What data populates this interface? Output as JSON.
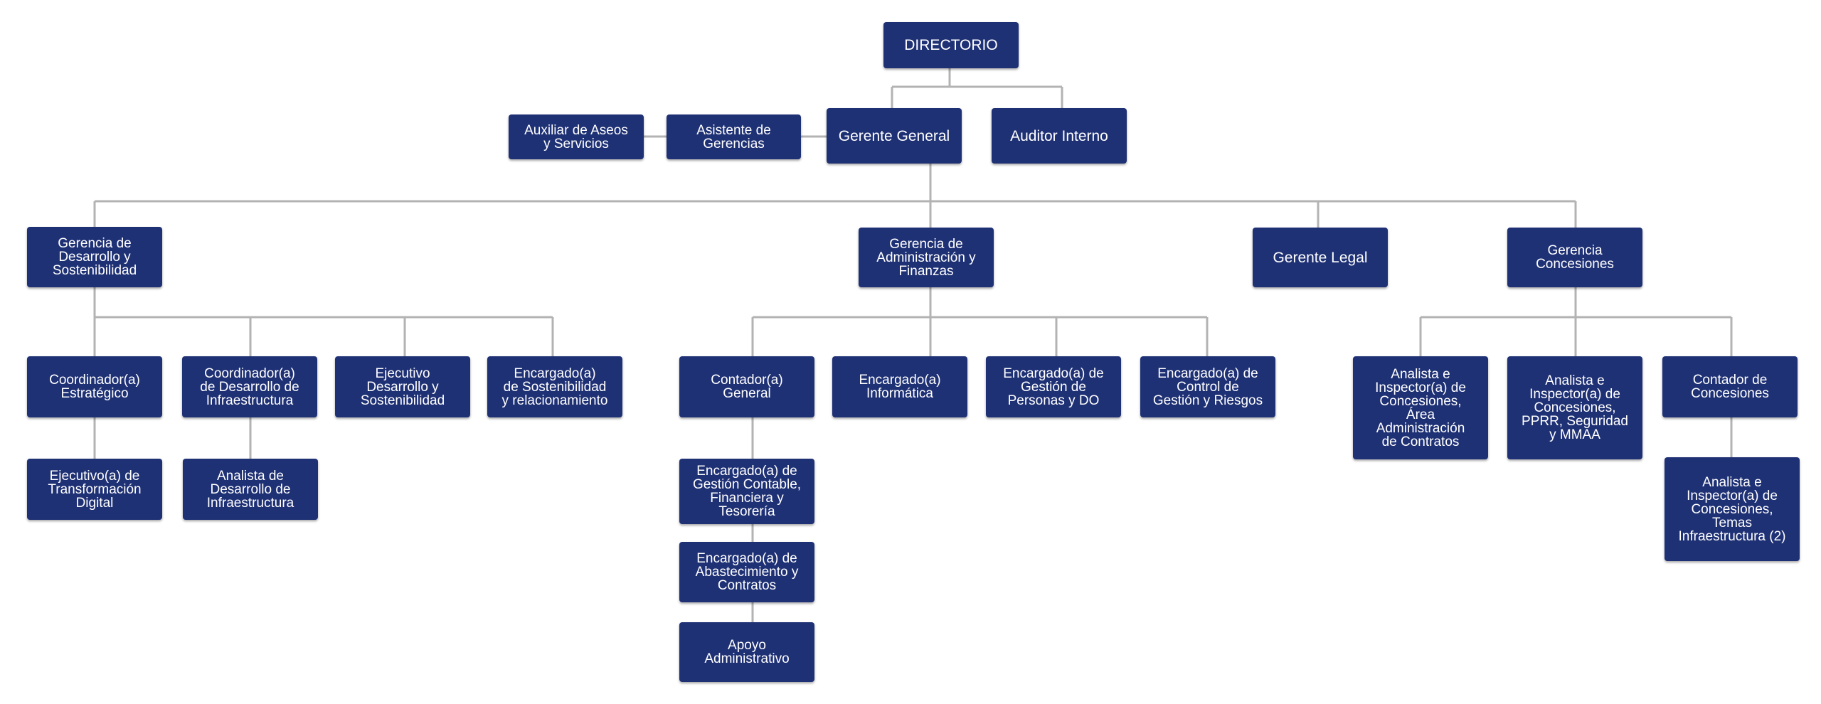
{
  "colors": {
    "node_fill": "#1f3175",
    "node_text": "#ffffff",
    "connector": "#b3b3b3"
  },
  "nodes": {
    "directorio": "DIRECTORIO",
    "gerente_general": "Gerente General",
    "auditor_interno": "Auditor Interno",
    "asistente_gerencias": "Asistente de\nGerencias",
    "auxiliar_aseos": "Auxiliar de Aseos\ny Servicios",
    "gerencia_desarrollo": "Gerencia de\nDesarrollo y\nSostenibilidad",
    "gerencia_admin": "Gerencia de\nAdministración y\nFinanzas",
    "gerente_legal": "Gerente Legal",
    "gerencia_concesiones": "Gerencia\nConcesiones",
    "coord_estrategico": "Coordinador(a)\nEstratégico",
    "coord_infra": "Coordinador(a)\nde Desarrollo de\nInfraestructura",
    "ejecutivo_desarrollo": "Ejecutivo\nDesarrollo y\nSostenibilidad",
    "encargado_sostenibilidad": "Encargado(a)\nde Sostenibilidad\ny relacionamiento",
    "ejecutivo_transformacion": "Ejecutivo(a) de\nTransformación\nDigital",
    "analista_infra": "Analista de\nDesarrollo de\nInfraestructura",
    "contador_general": "Contador(a)\nGeneral",
    "encargado_informatica": "Encargado(a)\nInformática",
    "encargado_personas": "Encargado(a) de\nGestión de\nPersonas y DO",
    "encargado_control": "Encargado(a) de\nControl de\nGestión y Riesgos",
    "encargado_contable": "Encargado(a) de\nGestión Contable,\nFinanciera y\nTesorería",
    "encargado_abastecimiento": "Encargado(a) de\nAbastecimiento y\nContratos",
    "apoyo_administrativo": "Apoyo\nAdministrativo",
    "analista_contratos": "Analista e\nInspector(a) de\nConcesiones,\nÁrea\nAdministración\nde Contratos",
    "analista_pprr": "Analista e\nInspector(a) de\nConcesiones,\nPPRR, Seguridad\ny MMAA",
    "contador_concesiones": "Contador de\nConcesiones",
    "analista_temas": "Analista e\nInspector(a) de\nConcesiones,\nTemas\nInfraestructura (2)"
  }
}
